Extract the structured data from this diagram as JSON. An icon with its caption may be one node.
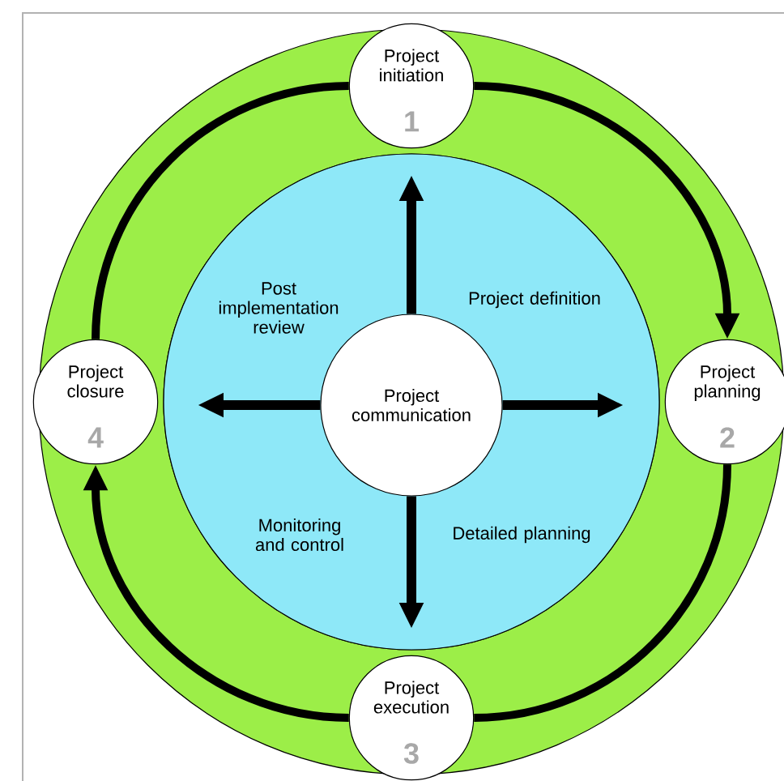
{
  "diagram": {
    "nodes": [
      {
        "text": [
          "Project initiation",
          "1"
        ]
      },
      {
        "text": [
          "Project planning",
          "2"
        ]
      },
      {
        "text": [
          "Project execution",
          "3"
        ]
      },
      {
        "text": [
          "Project closure",
          "4"
        ]
      },
      {
        "text": [
          "Project communication"
        ]
      }
    ],
    "edges": [
      {
        "from": 0,
        "to": 1,
        "arrow": "to"
      },
      {
        "from": 1,
        "to": 2,
        "arrow": "none"
      },
      {
        "from": 2,
        "to": 3,
        "arrow": "to"
      },
      {
        "from": 3,
        "to": 0,
        "arrow": "none"
      },
      {
        "from": 4,
        "to": null,
        "arrow": "to"
      },
      {
        "from": 4,
        "to": null,
        "arrow": "to"
      },
      {
        "from": 4,
        "to": null,
        "arrow": "to"
      },
      {
        "from": 4,
        "to": null,
        "arrow": "to"
      }
    ],
    "labels": [
      "Post implementation review",
      "Project definition",
      "Monitoring and control",
      "Detailed planning"
    ]
  }
}
